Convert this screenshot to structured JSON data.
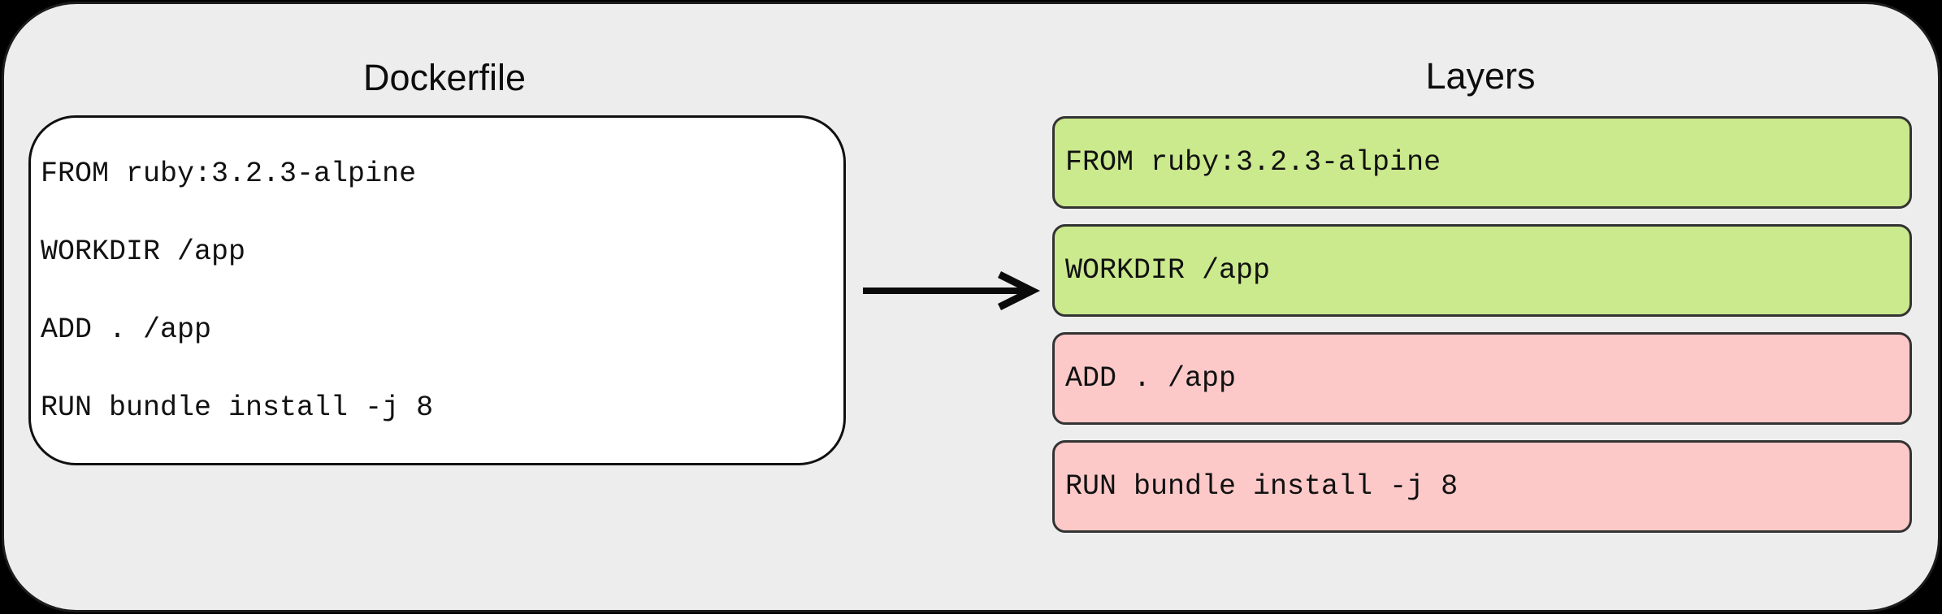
{
  "diagram": {
    "background_color": "#000000",
    "panel_fill": "#ededed",
    "panel_border": "#1c1c1c"
  },
  "dockerfile": {
    "title": "Dockerfile",
    "box_fill": "#ffffff",
    "lines": [
      "FROM ruby:3.2.3-alpine",
      "WORKDIR /app",
      "ADD . /app",
      "RUN bundle install -j 8"
    ]
  },
  "arrow": {
    "icon": "arrow-right-icon",
    "color": "#0a0a0a"
  },
  "layers": {
    "title": "Layers",
    "cached_color": "#cbe98d",
    "rebuilt_color": "#fcc9c8",
    "items": [
      {
        "text": "FROM ruby:3.2.3-alpine",
        "color": "#cbe98d"
      },
      {
        "text": "WORKDIR /app",
        "color": "#cbe98d"
      },
      {
        "text": "ADD . /app",
        "color": "#fcc9c8"
      },
      {
        "text": "RUN bundle install -j 8",
        "color": "#fcc9c8"
      }
    ]
  }
}
